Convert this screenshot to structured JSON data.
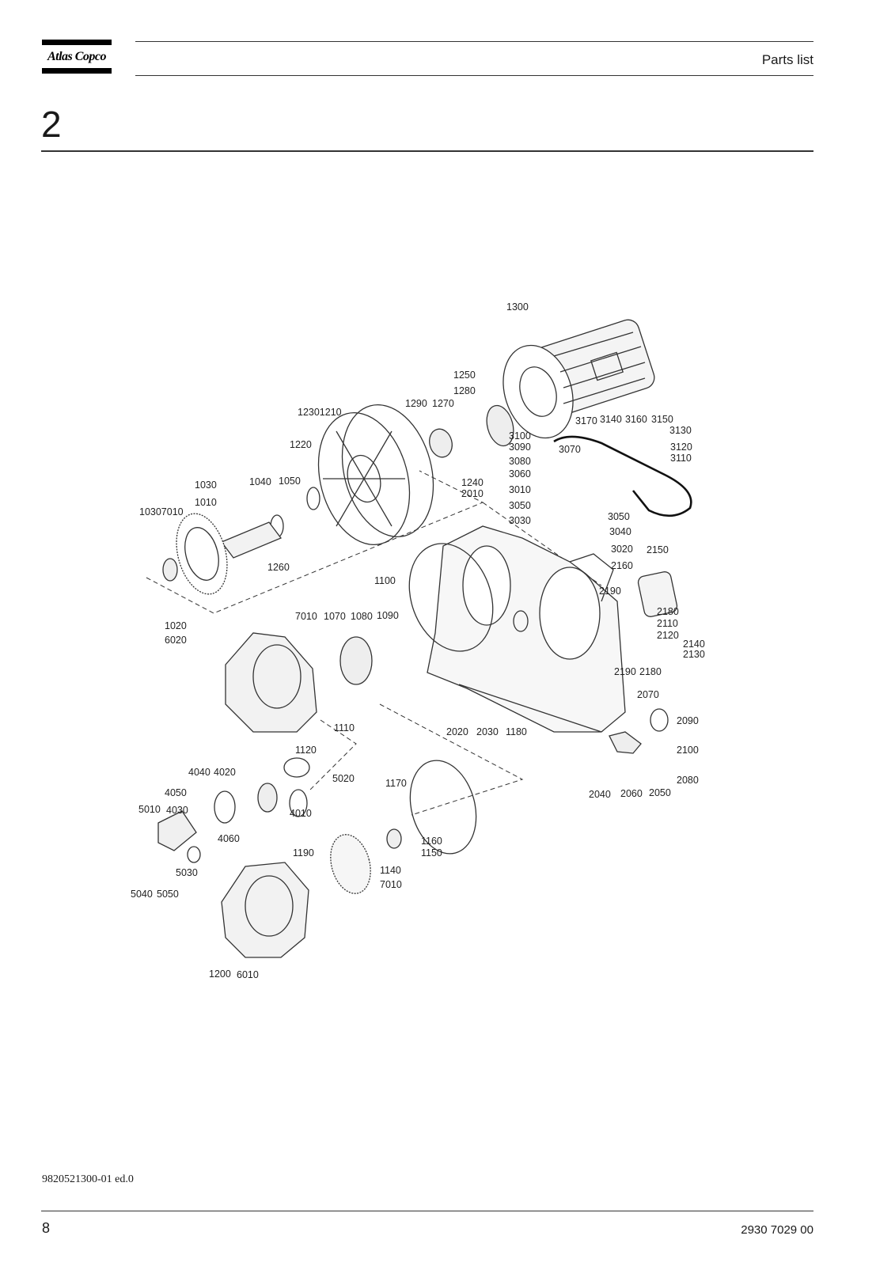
{
  "header": {
    "brand": "Atlas Copco",
    "title": "Parts list"
  },
  "section": {
    "number": "2"
  },
  "diagram": {
    "labels": [
      "1300",
      "1250",
      "1280",
      "1290",
      "1270",
      "12301210",
      "1220",
      "1030",
      "1040",
      "1050",
      "1010",
      "10307010",
      "1260",
      "1240",
      "2010",
      "3170",
      "3140",
      "3160",
      "3150",
      "3130",
      "3100",
      "3090",
      "3070",
      "3080",
      "3060",
      "3010",
      "3050",
      "3030",
      "3120",
      "3110",
      "3050",
      "3040",
      "3020",
      "2150",
      "2160",
      "1100",
      "2190",
      "7010",
      "1070",
      "1080",
      "1090",
      "1020",
      "6020",
      "2180",
      "2110",
      "2120",
      "2140",
      "2130",
      "2190",
      "2180",
      "2070",
      "2090",
      "1110",
      "1120",
      "2020",
      "2030",
      "1180",
      "2100",
      "4040",
      "4020",
      "5020",
      "1170",
      "4050",
      "5010",
      "4030",
      "4010",
      "2040",
      "2060",
      "2050",
      "2080",
      "4060",
      "1160",
      "1150",
      "1190",
      "5030",
      "1140",
      "7010",
      "5040",
      "5050",
      "1200",
      "6010"
    ]
  },
  "footer": {
    "doc_id": "9820521300-01  ed.0",
    "page_number": "8",
    "part_number": "2930 7029 00"
  }
}
